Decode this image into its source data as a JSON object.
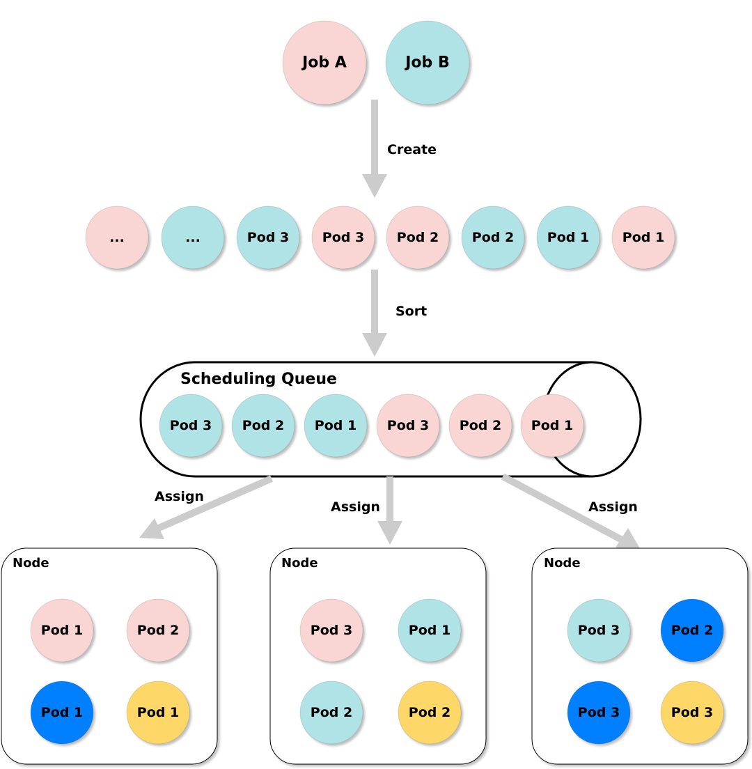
{
  "colors": {
    "pink": "#f9d6d4",
    "teal": "#b0e3e6",
    "blue": "#007fff",
    "yellow": "#fdd868",
    "arrow": "#cccccc",
    "stroke": "#000000"
  },
  "jobs": [
    {
      "label": "Job A",
      "color": "pink"
    },
    {
      "label": "Job B",
      "color": "teal"
    }
  ],
  "arrows": {
    "create_label": "Create",
    "sort_label": "Sort",
    "assign_left_label": "Assign",
    "assign_middle_label": "Assign",
    "assign_right_label": "Assign"
  },
  "pod_stream": [
    {
      "label": "...",
      "color": "pink"
    },
    {
      "label": "...",
      "color": "teal"
    },
    {
      "label": "Pod 3",
      "color": "teal"
    },
    {
      "label": "Pod 3",
      "color": "pink"
    },
    {
      "label": "Pod 2",
      "color": "pink"
    },
    {
      "label": "Pod 2",
      "color": "teal"
    },
    {
      "label": "Pod 1",
      "color": "teal"
    },
    {
      "label": "Pod 1",
      "color": "pink"
    }
  ],
  "queue": {
    "title": "Scheduling Queue",
    "pods": [
      {
        "label": "Pod 3",
        "color": "teal"
      },
      {
        "label": "Pod 2",
        "color": "teal"
      },
      {
        "label": "Pod 1",
        "color": "teal"
      },
      {
        "label": "Pod 3",
        "color": "pink"
      },
      {
        "label": "Pod 2",
        "color": "pink"
      },
      {
        "label": "Pod 1",
        "color": "pink"
      }
    ]
  },
  "nodes": [
    {
      "title": "Node",
      "pods": [
        {
          "label": "Pod 1",
          "color": "pink"
        },
        {
          "label": "Pod 2",
          "color": "pink"
        },
        {
          "label": "Pod 1",
          "color": "blue"
        },
        {
          "label": "Pod 1",
          "color": "yellow"
        }
      ]
    },
    {
      "title": "Node",
      "pods": [
        {
          "label": "Pod 3",
          "color": "pink"
        },
        {
          "label": "Pod 1",
          "color": "teal"
        },
        {
          "label": "Pod 2",
          "color": "teal"
        },
        {
          "label": "Pod 2",
          "color": "yellow"
        }
      ]
    },
    {
      "title": "Node",
      "pods": [
        {
          "label": "Pod 3",
          "color": "teal"
        },
        {
          "label": "Pod 2",
          "color": "blue"
        },
        {
          "label": "Pod 3",
          "color": "blue"
        },
        {
          "label": "Pod 3",
          "color": "yellow"
        }
      ]
    }
  ]
}
